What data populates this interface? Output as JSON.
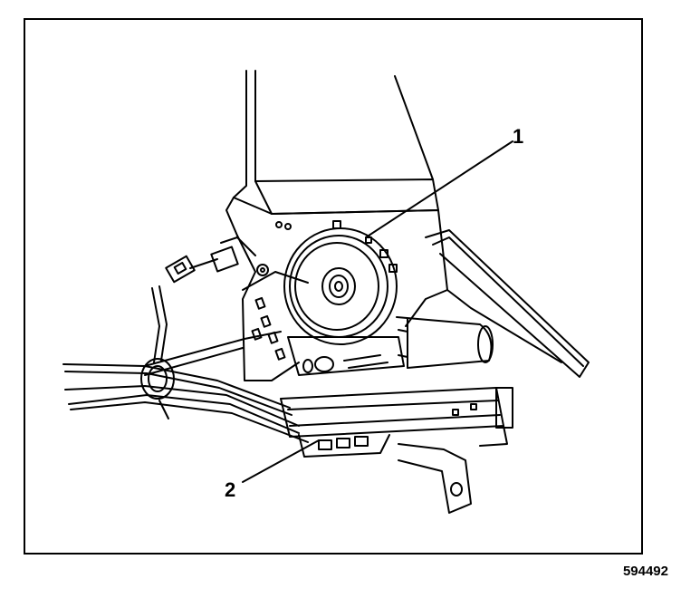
{
  "callouts": [
    {
      "label": "1"
    },
    {
      "label": "2"
    }
  ],
  "figure_id": "594492"
}
